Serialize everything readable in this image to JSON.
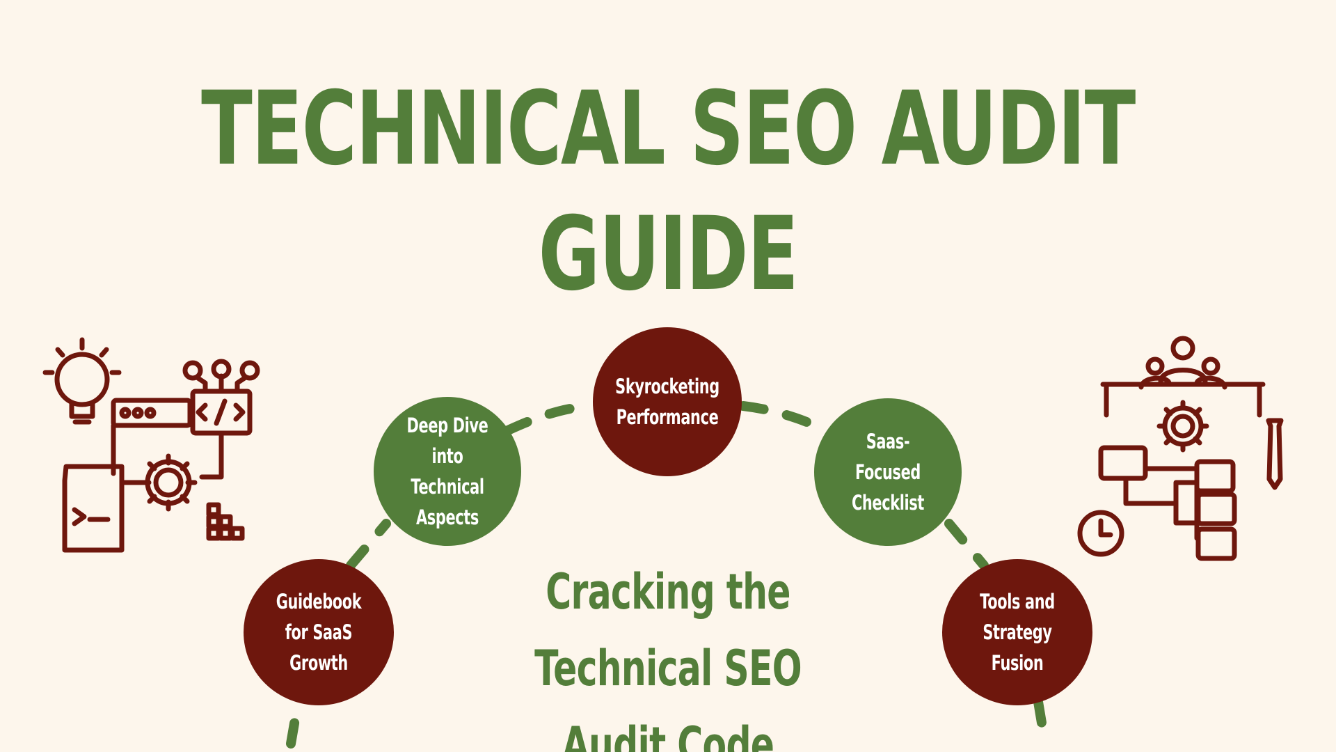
{
  "title": "TECHNICAL SEO AUDIT GUIDE",
  "subtitle": {
    "line1": "Cracking the Technical SEO",
    "line2": "Audit Code"
  },
  "nodes": [
    {
      "label_line1": "Guidebook for SaaS",
      "label_line2": "Growth",
      "color": "#6e170d"
    },
    {
      "label_line1": "Deep Dive into",
      "label_line2": "Technical Aspects",
      "color": "#537e3a"
    },
    {
      "label_line1": "Skyrocketing",
      "label_line2": "Performance",
      "color": "#6e170d"
    },
    {
      "label_line1": "Saas-Focused",
      "label_line2": "Checklist",
      "color": "#537e3a"
    },
    {
      "label_line1": "Tools and Strategy",
      "label_line2": "Fusion",
      "color": "#6e170d"
    }
  ],
  "illustrations": {
    "left": "developer-tools-icon",
    "right": "business-strategy-icon"
  },
  "colors": {
    "background": "#fdf6ec",
    "green": "#537e3a",
    "dark_red": "#6e170d"
  }
}
